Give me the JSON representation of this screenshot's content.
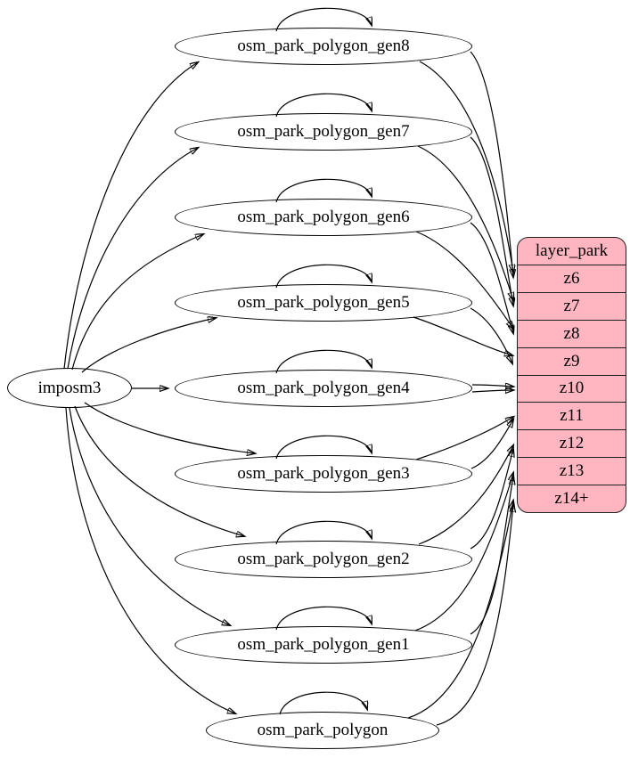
{
  "diagram": {
    "kind": "etl-graph",
    "description_visible_only": "imposm3 feeds nine park polygon tables which populate zoom rows of layer_park"
  },
  "source": {
    "label": "imposm3"
  },
  "tables": [
    "osm_park_polygon_gen8",
    "osm_park_polygon_gen7",
    "osm_park_polygon_gen6",
    "osm_park_polygon_gen5",
    "osm_park_polygon_gen4",
    "osm_park_polygon_gen3",
    "osm_park_polygon_gen2",
    "osm_park_polygon_gen1",
    "osm_park_polygon"
  ],
  "record": {
    "title": "layer_park",
    "rows": [
      "z6",
      "z7",
      "z8",
      "z9",
      "z10",
      "z11",
      "z12",
      "z13",
      "z14+"
    ]
  },
  "connections": {
    "source_to_tables": [
      "imposm3 -> osm_park_polygon_gen8",
      "imposm3 -> osm_park_polygon_gen7",
      "imposm3 -> osm_park_polygon_gen6",
      "imposm3 -> osm_park_polygon_gen5",
      "imposm3 -> osm_park_polygon_gen4",
      "imposm3 -> osm_park_polygon_gen3",
      "imposm3 -> osm_park_polygon_gen2",
      "imposm3 -> osm_park_polygon_gen1",
      "imposm3 -> osm_park_polygon"
    ],
    "self_loops": [
      "osm_park_polygon_gen8",
      "osm_park_polygon_gen7",
      "osm_park_polygon_gen6",
      "osm_park_polygon_gen5",
      "osm_park_polygon_gen4",
      "osm_park_polygon_gen3",
      "osm_park_polygon_gen2",
      "osm_park_polygon_gen1",
      "osm_park_polygon"
    ],
    "table_to_zoom": [
      {
        "table": "osm_park_polygon_gen8",
        "zoom": "z6",
        "edge_count": 2
      },
      {
        "table": "osm_park_polygon_gen7",
        "zoom": "z7",
        "edge_count": 2
      },
      {
        "table": "osm_park_polygon_gen6",
        "zoom": "z8",
        "edge_count": 2
      },
      {
        "table": "osm_park_polygon_gen5",
        "zoom": "z9",
        "edge_count": 2
      },
      {
        "table": "osm_park_polygon_gen4",
        "zoom": "z10",
        "edge_count": 2
      },
      {
        "table": "osm_park_polygon_gen3",
        "zoom": "z11",
        "edge_count": 2
      },
      {
        "table": "osm_park_polygon_gen2",
        "zoom": "z12",
        "edge_count": 2
      },
      {
        "table": "osm_park_polygon_gen1",
        "zoom": "z13",
        "edge_count": 2
      },
      {
        "table": "osm_park_polygon",
        "zoom": "z14+",
        "edge_count": 2
      }
    ]
  },
  "colors": {
    "record_fill": "#ffb6c1",
    "node_fill": "#ffffff",
    "stroke": "#000000",
    "background": "#ffffff"
  }
}
